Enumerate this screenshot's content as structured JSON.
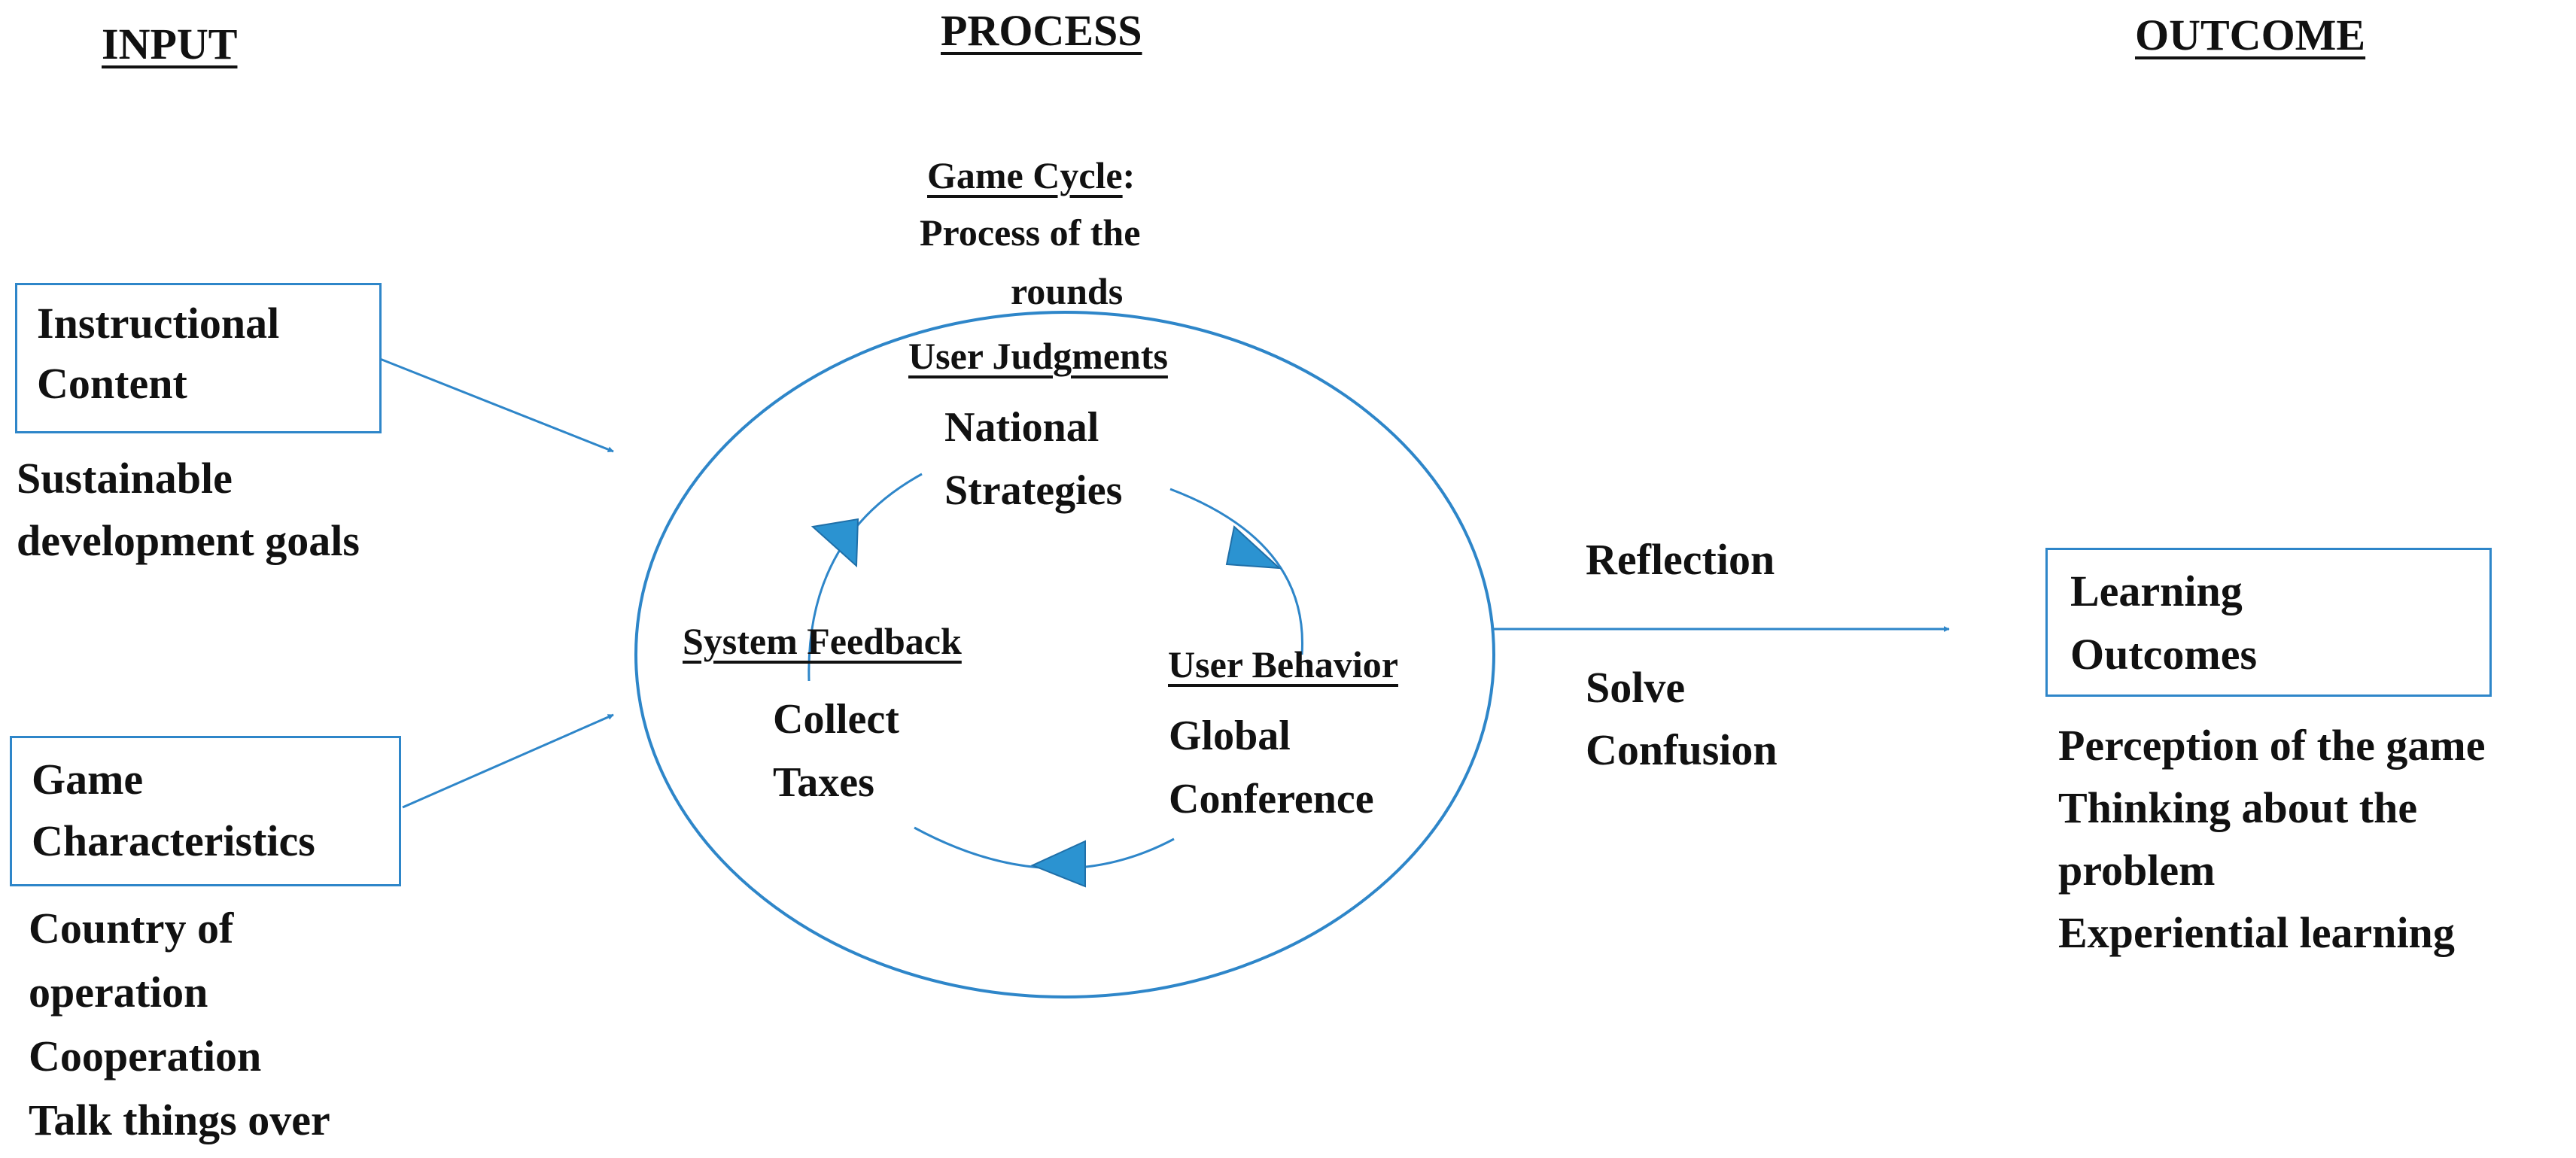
{
  "headers": {
    "input": "INPUT",
    "process": "PROCESS",
    "outcome": "OUTCOME"
  },
  "input": {
    "instructional_content": {
      "box_lines": [
        "Instructional",
        "Content"
      ],
      "items": [
        "Sustainable",
        "development goals"
      ]
    },
    "game_characteristics": {
      "box_lines": [
        "Game",
        "Characteristics"
      ],
      "items": [
        "Country of",
        "operation",
        "Cooperation",
        "Talk things over"
      ]
    }
  },
  "process": {
    "cycle_title": "Game Cycle",
    "cycle_title_colon": ":",
    "cycle_subtitle": [
      "Process of the",
      "rounds"
    ],
    "user_judgments": {
      "label": "User Judgments",
      "lines": [
        "National",
        "Strategies"
      ]
    },
    "system_feedback": {
      "label": "System Feedback",
      "lines": [
        "Collect",
        "Taxes"
      ]
    },
    "user_behavior": {
      "label": "User Behavior",
      "lines": [
        "Global",
        "Conference"
      ]
    }
  },
  "transition": {
    "lines": [
      "Reflection",
      "Solve",
      "Confusion"
    ]
  },
  "outcome": {
    "box_lines": [
      "Learning",
      "Outcomes"
    ],
    "items": [
      "Perception of the game",
      "Thinking about the",
      "problem",
      "Experiential learning"
    ]
  },
  "colors": {
    "line": "#2e86c9",
    "arrowhead": "#2b93d1",
    "text": "#111111"
  }
}
